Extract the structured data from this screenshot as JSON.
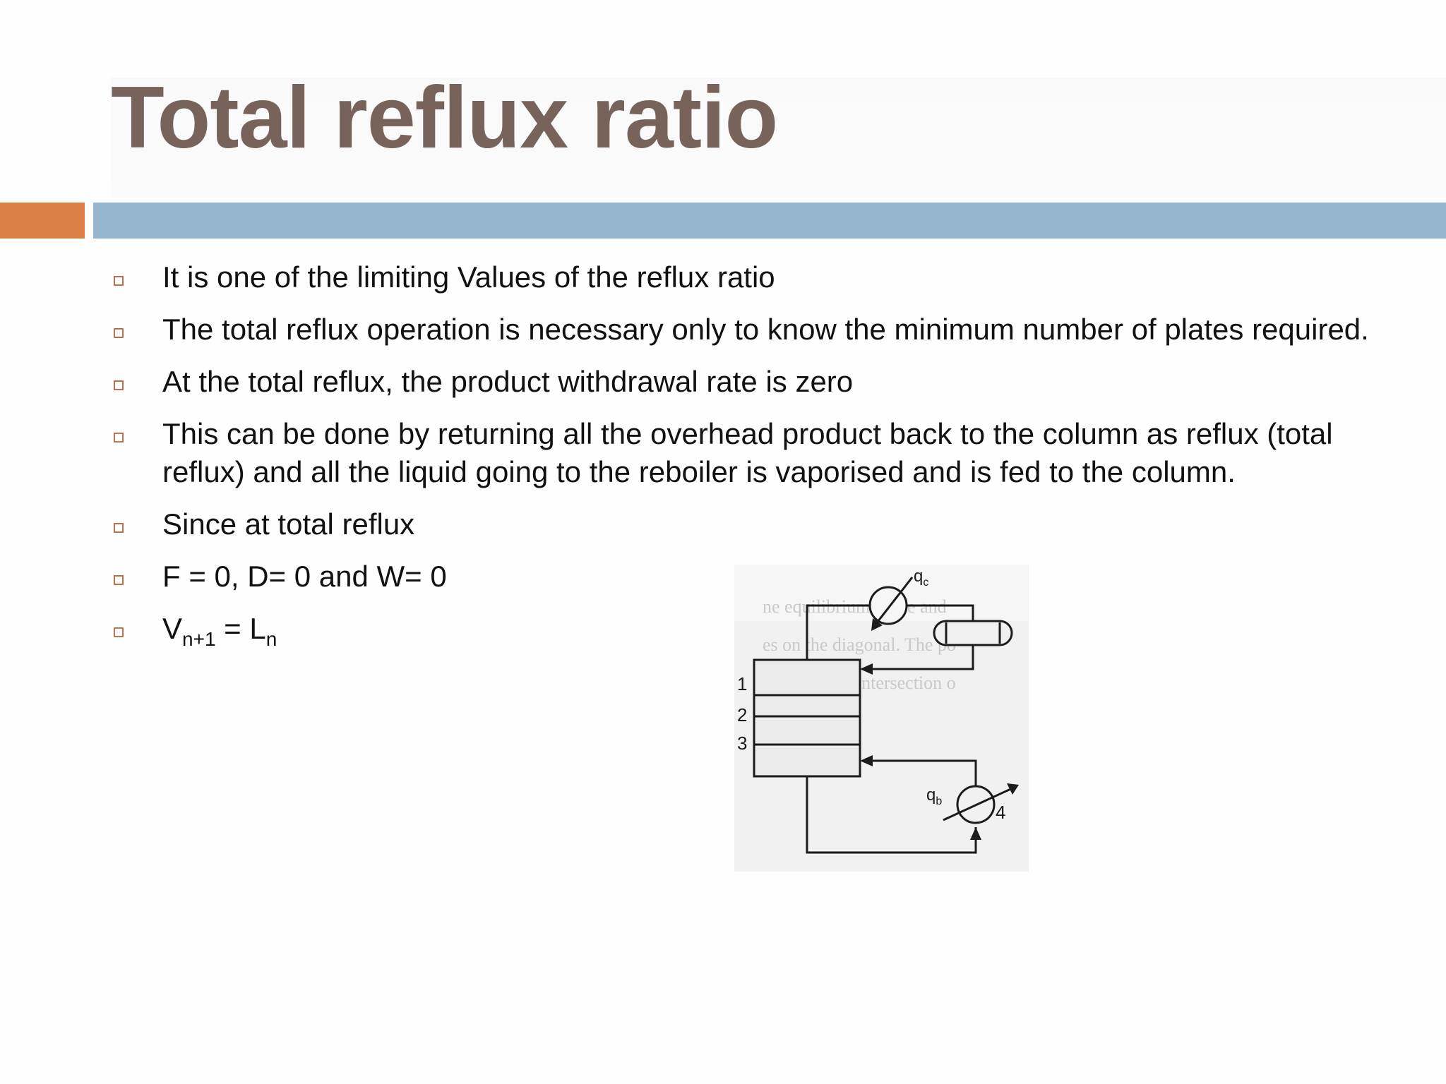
{
  "slide": {
    "title": "Total reflux ratio",
    "colors": {
      "title": "#77635a",
      "accent_orange": "#dd8047",
      "accent_blue": "#94b5cd",
      "bullet_marker": "#c0714a"
    }
  },
  "bullets": [
    {
      "text": "It is one of the limiting Values of the reflux ratio"
    },
    {
      "text": "The total reflux operation is necessary only to know the minimum number of plates required."
    },
    {
      "text": "At the total reflux, the product withdrawal rate is zero"
    },
    {
      "text": "This can be done by returning all the overhead product back to the column as reflux (total reflux) and all the liquid going to the reboiler is vaporised and is fed to the column."
    },
    {
      "text": "Since at total reflux"
    },
    {
      "text": "F = 0, D= 0 and W= 0"
    },
    {
      "lhs": "V",
      "lhs_sub": "n+1",
      "eq": " = ",
      "rhs": "L",
      "rhs_sub": "n"
    }
  ],
  "figure": {
    "condenser_label": "q",
    "condenser_label_sub": "c",
    "reboiler_label": "q",
    "reboiler_label_sub": "b",
    "plate_labels": [
      "1",
      "2",
      "3"
    ],
    "reboiler_number": "4",
    "background_text": [
      "ne equilibrium curve and",
      "es on the diagonal. The po",
      "to a point of intersection o"
    ]
  }
}
